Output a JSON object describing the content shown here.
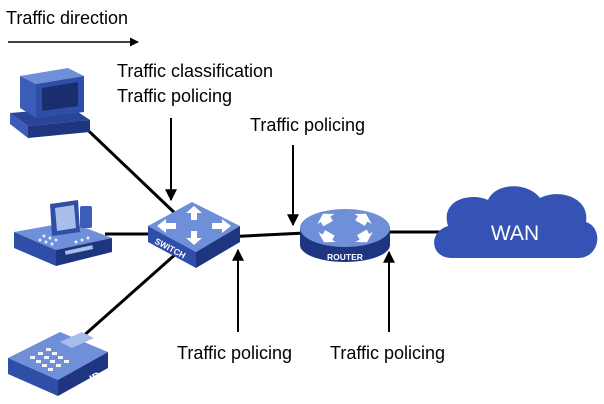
{
  "labels": {
    "traffic_direction": "Traffic direction",
    "switch_classification": "Traffic classification",
    "switch_policing": "Traffic policing",
    "router_in_policing": "Traffic policing",
    "switch_out_policing": "Traffic policing",
    "router_out_policing": "Traffic policing"
  },
  "devices": {
    "switch_label": "SWITCH",
    "router_label": "ROUTER",
    "wan_label": "WAN",
    "ip_phone_badge": "IP"
  },
  "colors": {
    "device_blue": "#2f4ea8",
    "device_dark": "#1e3580",
    "device_light": "#6f8fd8",
    "cloud": "#3553b4",
    "link": "#000000"
  }
}
